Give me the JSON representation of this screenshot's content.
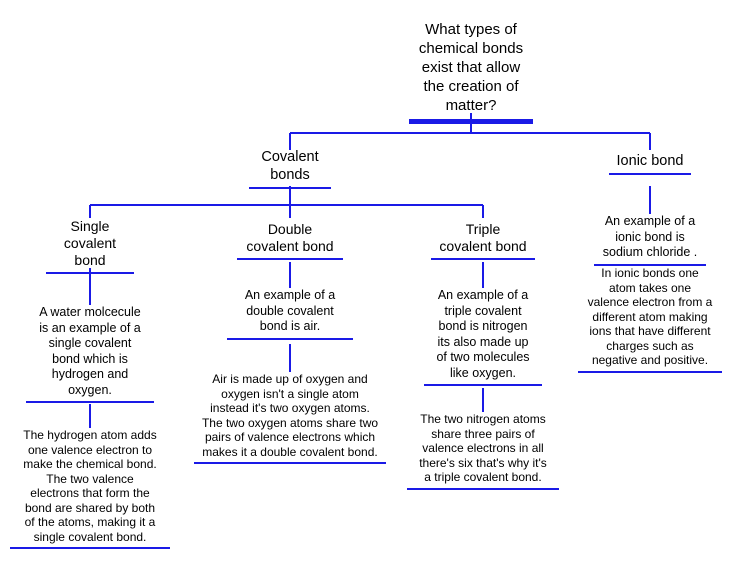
{
  "document": {
    "title": "What types of chemical bonds exist that allow the creation of matter?",
    "type": "concept-map",
    "accent_color": "#1a1ae6",
    "text_color": "#000000",
    "background_color": "#ffffff"
  },
  "nodes": {
    "root": {
      "label": "What types of\nchemical bonds\nexist that allow\nthe creation of\nmatter?"
    },
    "covalent": {
      "label": "Covalent\nbonds"
    },
    "ionic": {
      "label": "Ionic bond"
    },
    "single": {
      "label": "Single\ncovalent\nbond"
    },
    "double": {
      "label": "Double\ncovalent bond"
    },
    "triple": {
      "label": "Triple\ncovalent bond"
    },
    "single_detail_1": {
      "label": "A water molcecule\nis an example of a\nsingle covalent\nbond which is\nhydrogen and\noxygen."
    },
    "single_detail_2": {
      "label": "The hydrogen atom adds\none valence electron to\nmake the chemical bond.\nThe two valence\nelectrons that form the\nbond are shared by both\nof the atoms, making it a\nsingle covalent bond."
    },
    "double_detail_1": {
      "label": "An example of a\ndouble covalent\nbond is air."
    },
    "double_detail_2": {
      "label": "Air is made up of oxygen and\noxygen isn't a single atom\ninstead it's two oxygen atoms.\nThe two oxygen atoms share two\npairs of valence electrons which\nmakes it a double covalent bond."
    },
    "triple_detail_1": {
      "label": "An example of a\ntriple covalent\nbond is nitrogen\nits also made up\nof two molecules\nlike oxygen."
    },
    "triple_detail_2": {
      "label": "The two nitrogen atoms\nshare three pairs of\nvalence electrons in all\nthere's six that's why it's\na triple covalent bond."
    },
    "ionic_detail_1": {
      "label": "An example of a\nionic bond is\nsodium chloride ."
    },
    "ionic_detail_2": {
      "label": "In ionic bonds one\natom takes one\nvalence electron from a\ndifferent atom making\nions that have different\ncharges such as\nnegative and positive."
    }
  }
}
